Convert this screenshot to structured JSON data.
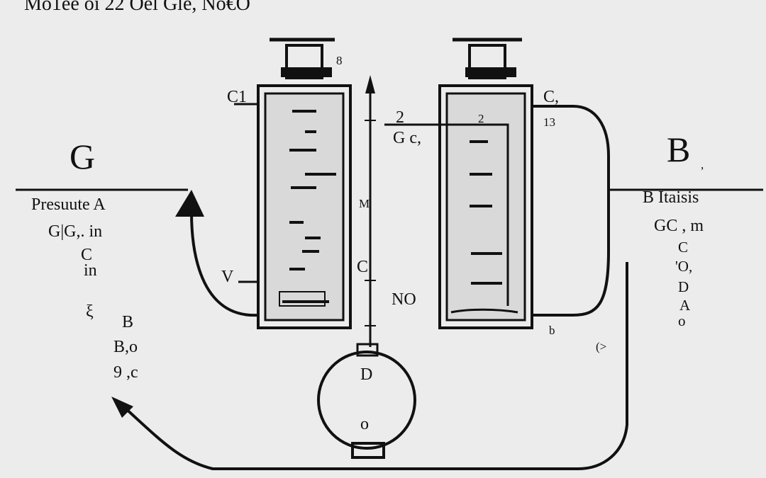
{
  "title": "Mo1ee oi 22 Oel Gle, No€O",
  "labels": {
    "g_big": "G",
    "b_big": "B",
    "pressure_a": "Presuute A",
    "left_gg_in": "G|G,. in",
    "left_c": "C",
    "left_in": "in",
    "left_squiggle": "ξ",
    "left_b": "B",
    "left_b_o": "B,o",
    "left_9c": "9 ,c",
    "c1_left": "C1",
    "c1_right": "C,",
    "num_2": "2",
    "gc": "G c,",
    "right_top_2": "2",
    "num_13": "13",
    "b_itaisis": "B  Itaisis",
    "gc_m": "GC , m",
    "right_c": "C",
    "right_o": "'O,",
    "right_d": "D",
    "right_a": "A",
    "right_o2": "o",
    "v_label": "V",
    "c_mid": "C",
    "no_label": "NO",
    "m_mid": "M",
    "d_flask": "D",
    "o_flask": "o",
    "cap_mark": "8",
    "arrow_mark": "(>",
    "small_b": "b"
  },
  "icons": {
    "flask": "round-flask-icon",
    "arrow": "arrow-up-icon",
    "tube": "graduated-tube-icon"
  },
  "colors": {
    "background": "#ececec",
    "ink": "#111111",
    "tube_fill": "#d9d9d9"
  }
}
